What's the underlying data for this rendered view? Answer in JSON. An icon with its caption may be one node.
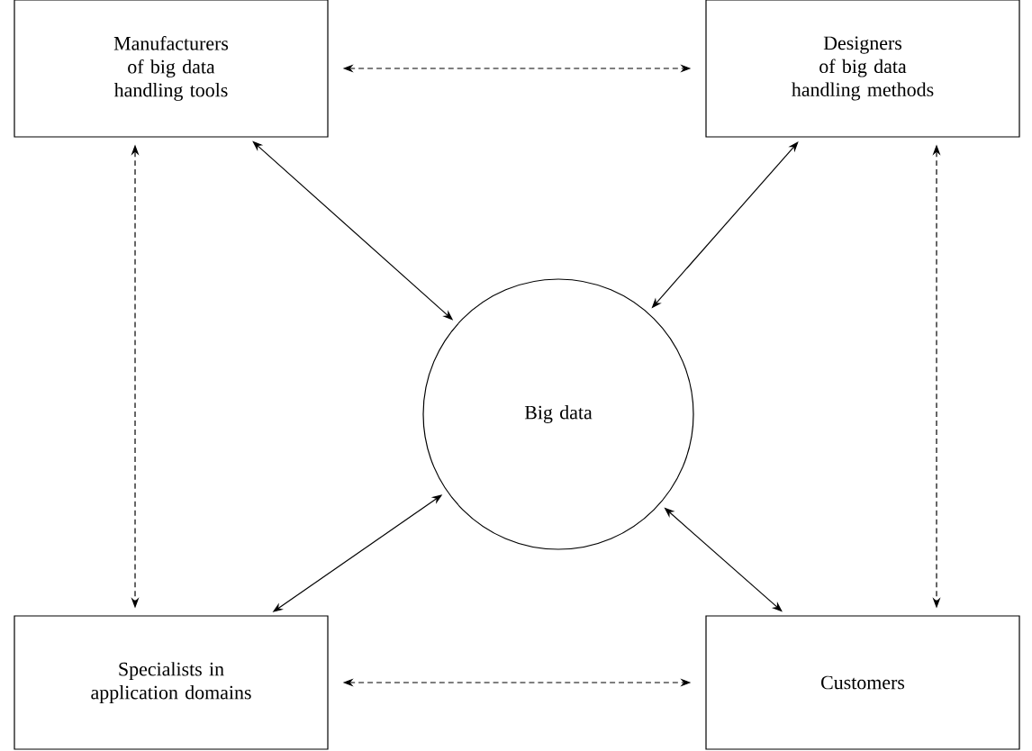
{
  "diagram": {
    "nodes": [
      {
        "text": [
          "Manufacturers of big data handling tools"
        ]
      },
      {
        "text": [
          "Designers of big data handling methods"
        ]
      },
      {
        "text": [
          "Big data"
        ]
      },
      {
        "text": [
          "Specialists in application domains"
        ]
      },
      {
        "text": [
          "Customers"
        ]
      }
    ],
    "edges": [
      {
        "from": 0,
        "to": 1,
        "arrow": "both",
        "style": "dashed"
      },
      {
        "from": 0,
        "to": 2,
        "arrow": "both"
      },
      {
        "from": 1,
        "to": 2,
        "arrow": "both"
      },
      {
        "from": 0,
        "to": 3,
        "arrow": "both",
        "style": "dashed"
      },
      {
        "from": 1,
        "to": 4,
        "arrow": "both",
        "style": "dashed"
      },
      {
        "from": 3,
        "to": 2,
        "arrow": "both"
      },
      {
        "from": 4,
        "to": 2,
        "arrow": "both"
      },
      {
        "from": 3,
        "to": 4,
        "arrow": "both",
        "style": "dashed"
      }
    ]
  }
}
